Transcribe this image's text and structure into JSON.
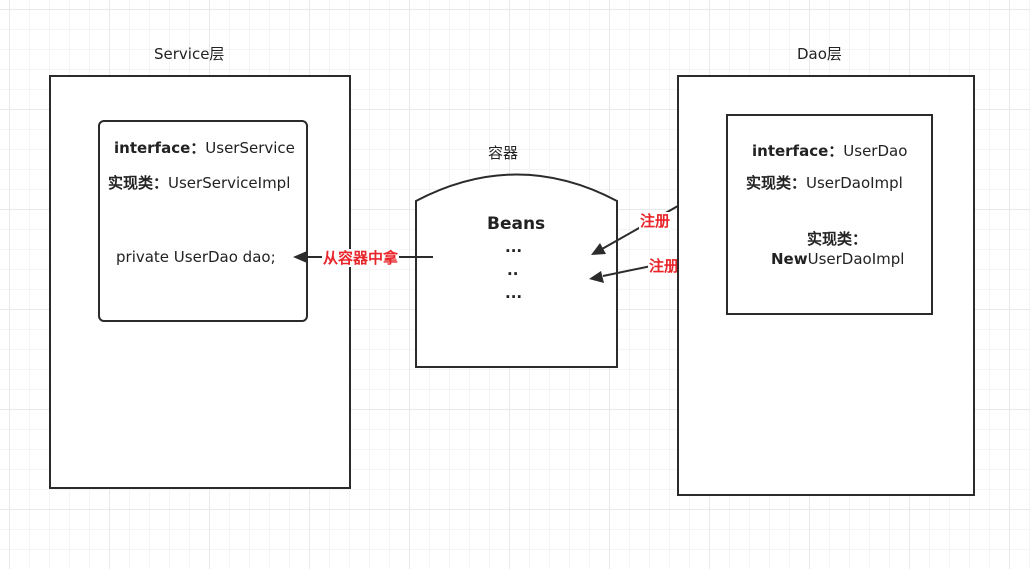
{
  "service_layer": {
    "title": "Service层",
    "interface_key": "interface：",
    "interface_value": "UserService",
    "impl_key": "实现类：",
    "impl_value": "UserServiceImpl",
    "field": "private UserDao dao;"
  },
  "container": {
    "title": "容器",
    "beans_label": "Beans",
    "dots_1": "...",
    "dots_2": "..",
    "dots_3": "..."
  },
  "dao_layer": {
    "title": "Dao层",
    "interface_key": "interface：",
    "interface_value": "UserDao",
    "impl_key": "实现类：",
    "impl_value": "UserDaoImpl",
    "new_impl_key": "实现类：",
    "new_impl_prefix": "New",
    "new_impl_value": "UserDaoImpl"
  },
  "arrows": {
    "take_label": "从容器中拿",
    "register_label_1": "注册",
    "register_label_2": "注册"
  },
  "colors": {
    "stroke": "#2b2b2b",
    "accent_red": "#e8252a",
    "grid": "#e9e9e9"
  }
}
